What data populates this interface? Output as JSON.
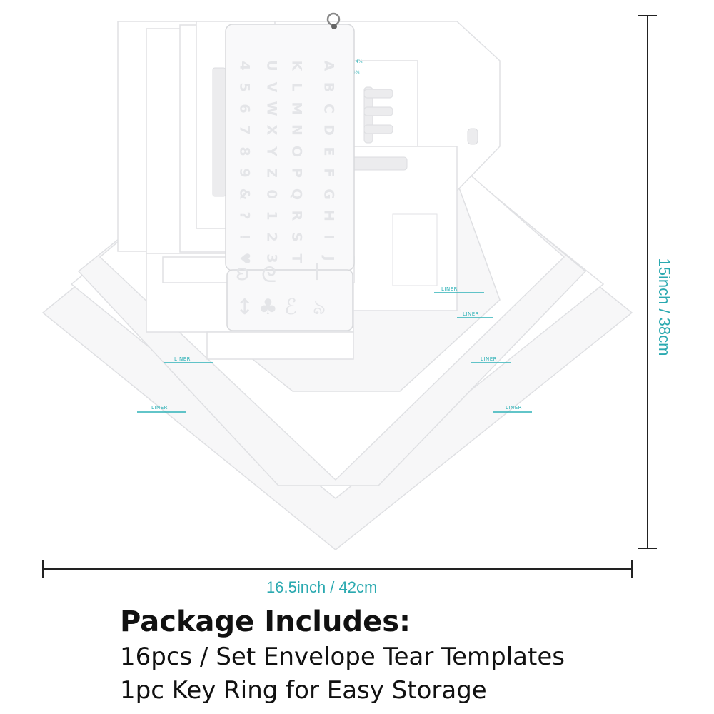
{
  "dimensions": {
    "width_label": "16.5inch / 42cm",
    "height_label": "15inch / 38cm"
  },
  "template_labels": {
    "liner": "LINER",
    "size_a": "X 4¼",
    "size_b": "4¼"
  },
  "package": {
    "title": "Package Includes:",
    "items": [
      "16pcs / Set Envelope Tear Templates",
      "1pc Key Ring for Easy Storage"
    ]
  },
  "stencil_rows": [
    [
      "A",
      "B",
      "C",
      "D",
      "E",
      "F",
      "G",
      "H",
      "I",
      "J"
    ],
    [
      "K",
      "L",
      "M",
      "N",
      "O",
      "P",
      "Q",
      "R",
      "S",
      "T"
    ],
    [
      "U",
      "V",
      "W",
      "X",
      "Y",
      "Z",
      "0",
      "1",
      "2",
      "3"
    ],
    [
      "4",
      "5",
      "6",
      "7",
      "8",
      "9",
      "&",
      "?",
      "!",
      "♥"
    ]
  ],
  "colors": {
    "accent": "#2fb2b7",
    "template_fill": "#f7f7f8",
    "dimension_line": "#222222"
  }
}
